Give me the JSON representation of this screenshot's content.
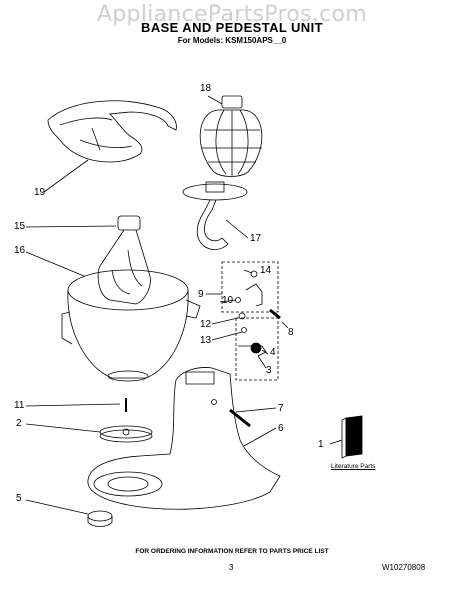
{
  "watermark": "AppliancePartsPros.com",
  "title": "BASE AND PEDESTAL UNIT",
  "subtitle": "For Models: KSM150APS__0",
  "callouts": {
    "c1": "1",
    "c2": "2",
    "c3": "3",
    "c4": "4",
    "c5": "5",
    "c6": "6",
    "c7": "7",
    "c8": "8",
    "c9": "9",
    "c10": "10",
    "c11": "11",
    "c12": "12",
    "c13": "13",
    "c14": "14",
    "c15": "15",
    "c16": "16",
    "c17": "17",
    "c18": "18",
    "c19": "19"
  },
  "literature_label": "Literature Parts",
  "footer_note": "FOR ORDERING INFORMATION REFER TO PARTS PRICE LIST",
  "page_number": "3",
  "document_number": "W10270808"
}
